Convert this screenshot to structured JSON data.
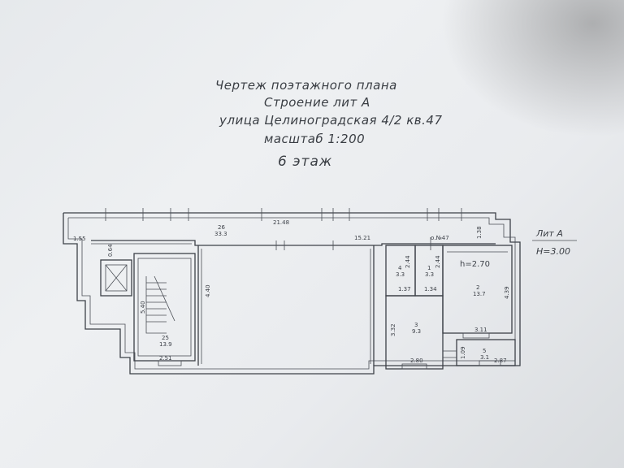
{
  "title": {
    "line1": "Чертеж поэтажного плана",
    "line2": "Строение лит А",
    "line3": "улица Целиноградская  4/2 кв.47",
    "line4": "масштаб 1:200",
    "floor": "6 этаж"
  },
  "building": {
    "lit": "Лит А",
    "height": "Н=3.00"
  },
  "plan": {
    "apartment_marker": "о.№47",
    "room_height": "h=2.70",
    "dims": {
      "top_length": "21.48",
      "left_top": "1.55",
      "left_small": "0.64",
      "stair_width": "5.40",
      "hall_height": "4.40",
      "hall_length": "15.21",
      "right_top": "1.38",
      "right_side": "4.39",
      "wc_left": "2.44",
      "wc_right": "2.44",
      "wc_bottom_left": "1.37",
      "wc_bottom_right": "1.34",
      "room3_height": "3.32",
      "room3_width": "2.80",
      "room2_width": "3.11",
      "room5_height": "1.09",
      "room5_width": "2.87",
      "stair_bottom": "2.51"
    },
    "rooms": [
      {
        "num": "26",
        "area": "33.3"
      },
      {
        "num": "25",
        "area": "13.9"
      },
      {
        "num": "4",
        "area": "3.3"
      },
      {
        "num": "1",
        "area": "3.3"
      },
      {
        "num": "2",
        "area": "13.7"
      },
      {
        "num": "3",
        "area": "9.3"
      },
      {
        "num": "5",
        "area": "3.1"
      }
    ]
  }
}
